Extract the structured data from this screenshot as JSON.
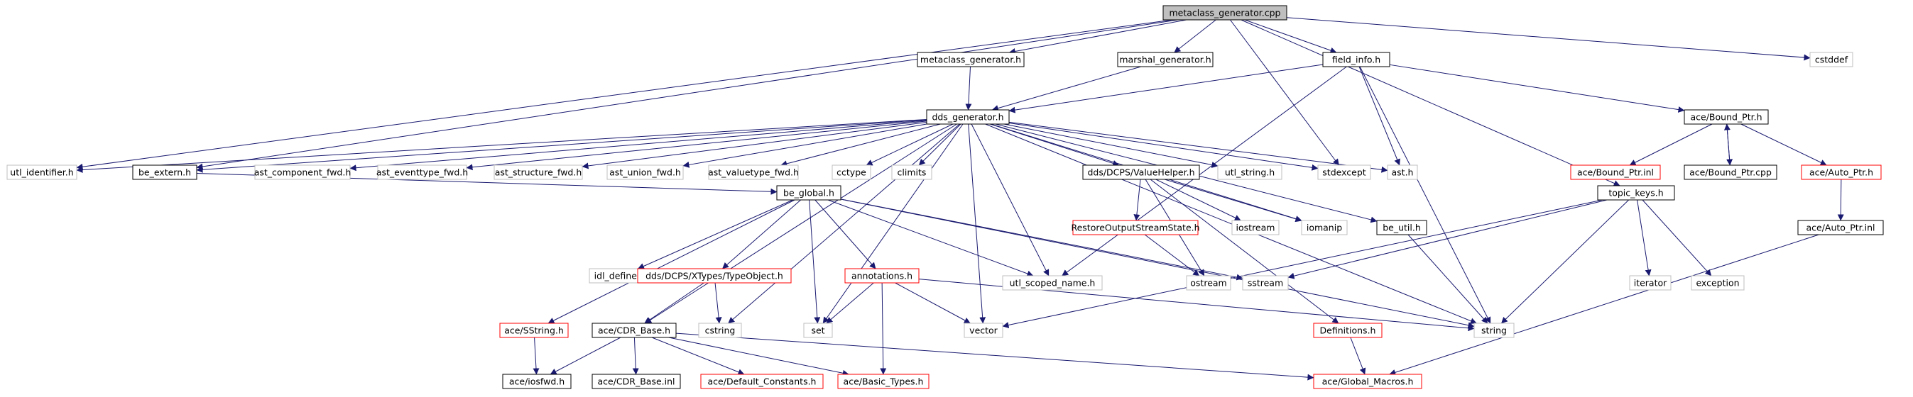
{
  "diagram": {
    "type": "include-dependency-graph",
    "colors": {
      "edge": "#191970",
      "root_fill": "#bfbfbf",
      "node_fill": "#ffffff",
      "border_documented": "#000000",
      "border_truncated": "#ff0000",
      "border_external": "#bfbfbf",
      "text": "#000000"
    },
    "nodes": {
      "metaclass_generator_cpp": "metaclass_generator.cpp",
      "cstddef": "cstddef",
      "metaclass_generator_h": "metaclass_generator.h",
      "marshal_generator_h": "marshal_generator.h",
      "field_info_h": "field_info.h",
      "dds_generator_h": "dds_generator.h",
      "ace_bound_ptr_h": "ace/Bound_Ptr.h",
      "utl_identifier_h": "utl_identifier.h",
      "be_extern_h": "be_extern.h",
      "ast_component_fwd_h": "ast_component_fwd.h",
      "ast_eventtype_fwd_h": "ast_eventtype_fwd.h",
      "ast_structure_fwd_h": "ast_structure_fwd.h",
      "ast_union_fwd_h": "ast_union_fwd.h",
      "ast_valuetype_fwd_h": "ast_valuetype_fwd.h",
      "cctype": "cctype",
      "climits": "climits",
      "valuehelper_h": "dds/DCPS/ValueHelper.h",
      "utl_string_h": "utl_string.h",
      "stdexcept": "stdexcept",
      "ast_h": "ast.h",
      "ace_bound_ptr_inl": "ace/Bound_Ptr.inl",
      "ace_bound_ptr_cpp": "ace/Bound_Ptr.cpp",
      "ace_auto_ptr_h": "ace/Auto_Ptr.h",
      "be_global_h": "be_global.h",
      "restoreoutputstreamstate_h": "RestoreOutputStreamState.h",
      "iostream": "iostream",
      "iomanip": "iomanip",
      "be_util_h": "be_util.h",
      "topic_keys_h": "topic_keys.h",
      "ace_auto_ptr_inl": "ace/Auto_Ptr.inl",
      "idl_defines_h": "idl_defines.h",
      "typeobject_h": "dds/DCPS/XTypes/TypeObject.h",
      "annotations_h": "annotations.h",
      "utl_scoped_name_h": "utl_scoped_name.h",
      "ostream": "ostream",
      "sstream": "sstream",
      "iterator": "iterator",
      "exception": "exception",
      "ace_sstring_h": "ace/SString.h",
      "ace_cdr_base_h": "ace/CDR_Base.h",
      "cstring": "cstring",
      "set": "set",
      "vector": "vector",
      "definitions_h": "Definitions.h",
      "string": "string",
      "ace_iosfwd_h": "ace/iosfwd.h",
      "ace_cdr_base_inl": "ace/CDR_Base.inl",
      "ace_default_constants_h": "ace/Default_Constants.h",
      "ace_basic_types_h": "ace/Basic_Types.h",
      "ace_global_macros_h": "ace/Global_Macros.h"
    }
  }
}
